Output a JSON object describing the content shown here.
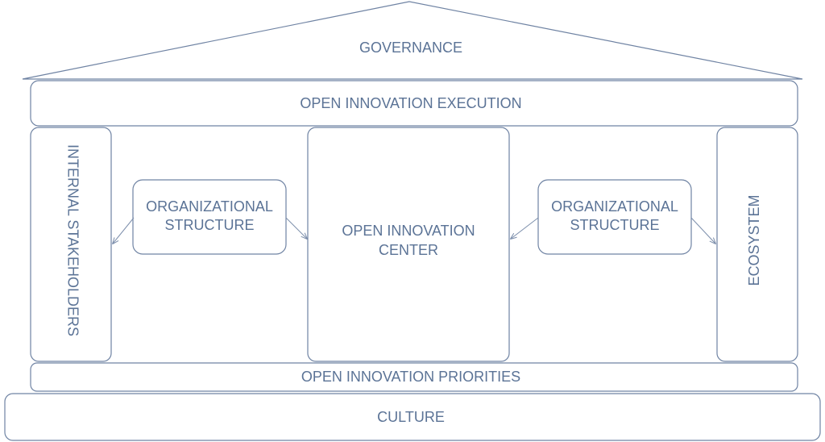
{
  "roof": {
    "label": "GOVERNANCE"
  },
  "execution": {
    "label": "OPEN INNOVATION EXECUTION"
  },
  "pillars": {
    "left": {
      "label": "INTERNAL STAKEHOLDERS"
    },
    "center": {
      "line1": "OPEN INNOVATION",
      "line2": "CENTER"
    },
    "right": {
      "label": "ECOSYSTEM"
    }
  },
  "org_left": {
    "line1": "ORGANIZATIONAL",
    "line2": "STRUCTURE"
  },
  "org_right": {
    "line1": "ORGANIZATIONAL",
    "line2": "STRUCTURE"
  },
  "priorities": {
    "label": "OPEN INNOVATION PRIORITIES"
  },
  "base": {
    "label": "CULTURE"
  },
  "colors": {
    "stroke": "#6f83a3",
    "text": "#5b7396"
  }
}
